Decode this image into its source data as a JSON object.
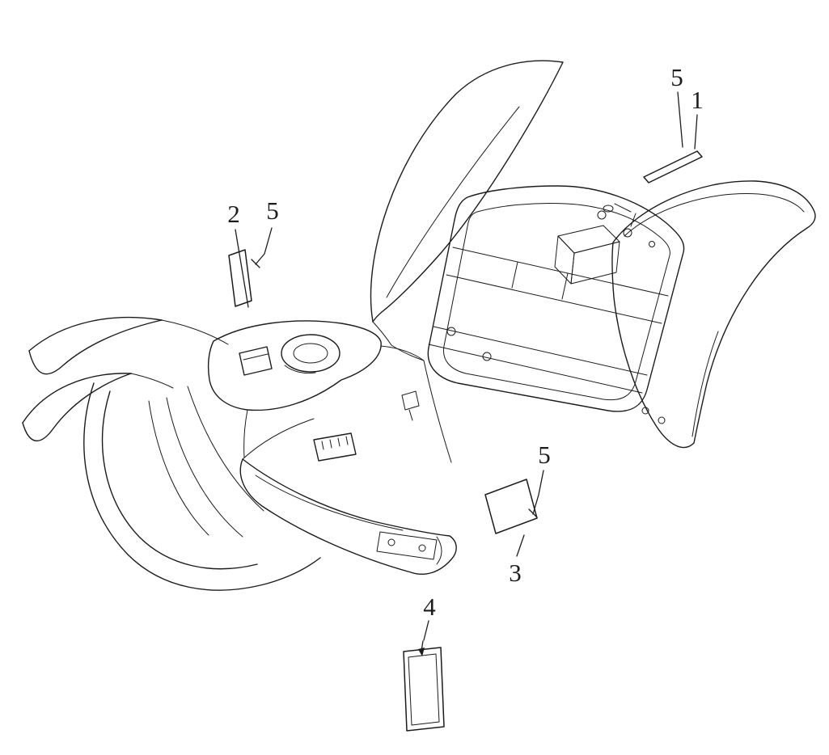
{
  "diagram": {
    "callouts": {
      "c5_top": "5",
      "c1": "1",
      "c2": "2",
      "c5_left": "5",
      "c5_mid": "5",
      "c3": "3",
      "c4": "4"
    },
    "colors": {
      "line": "#1c1c1c",
      "background": "#ffffff"
    }
  }
}
